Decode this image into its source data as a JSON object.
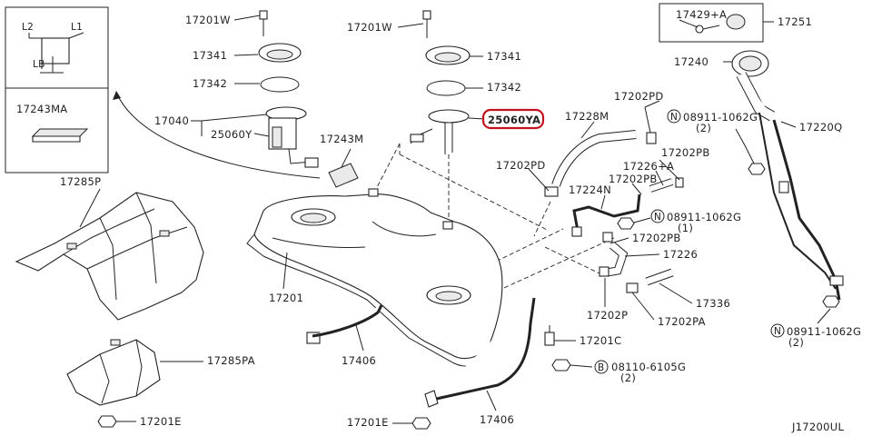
{
  "inset": {
    "dims": [
      "L2",
      "L1",
      "LB"
    ],
    "part": "17243MA"
  },
  "labels": {
    "p17201W_a": "17201W",
    "p17341_a": "17341",
    "p17342_a": "17342",
    "p17040": "17040",
    "p25060Y": "25060Y",
    "p17243M": "17243M",
    "p17201W_b": "17201W",
    "p17341_b": "17341",
    "p17342_b": "17342",
    "p25060YA": "25060YA",
    "p17285P": "17285P",
    "p17201": "17201",
    "p17285PA": "17285PA",
    "p17201E_a": "17201E",
    "p17406_a": "17406",
    "p17406_b": "17406",
    "p17201E_b": "17201E",
    "p17201C": "17201C",
    "p08110": "08110-6105G",
    "p08110_q": "(2)",
    "p17202PD_a": "17202PD",
    "p17228M": "17228M",
    "p17202PD_b": "17202PD",
    "p17226A": "17226+A",
    "p17202PB_a": "17202PB",
    "p17202PB_b": "17202PB",
    "p17224N": "17224N",
    "p08911_b": "08911-1062G",
    "p08911_b_q": "(1)",
    "p17202PB_c": "17202PB",
    "p17226": "17226",
    "p17336": "17336",
    "p17202P": "17202P",
    "p17202PA": "17202PA",
    "p17429A": "17429+A",
    "p17251": "17251",
    "p17240": "17240",
    "p08911_a": "08911-1062G",
    "p08911_a_q": "(2)",
    "p17220Q": "17220Q",
    "p08911_c": "08911-1062G",
    "p08911_c_q": "(2)",
    "drawing_code": "J17200UL"
  },
  "symbols": {
    "N": "N",
    "B": "B"
  },
  "colors": {
    "line": "#222222",
    "highlight": "#c4121f"
  }
}
